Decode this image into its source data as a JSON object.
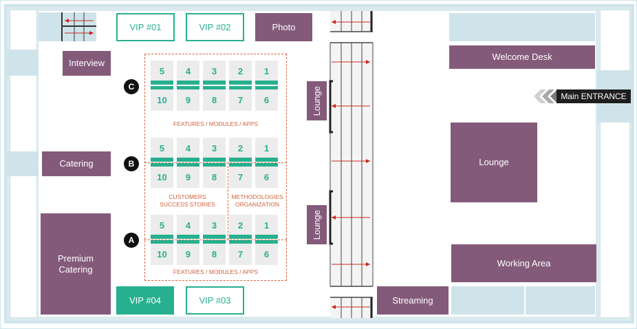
{
  "rooms": {
    "vip01": "VIP #01",
    "vip02": "VIP #02",
    "vip03": "VIP #03",
    "vip04": "VIP #04",
    "photo": "Photo",
    "interview": "Interview",
    "catering": "Catering",
    "premium_catering": "Premium\nCatering",
    "lounge_small_top": "Lounge",
    "lounge_small_bottom": "Lounge",
    "welcome_desk": "Welcome Desk",
    "main_entrance": "Main ENTRANCE",
    "lounge_large": "Lounge",
    "working_area": "Working Area",
    "streaming": "Streaming"
  },
  "zones": [
    {
      "letter": "C",
      "top_row": [
        "5",
        "4",
        "3",
        "2",
        "1"
      ],
      "bottom_row": [
        "10",
        "9",
        "8",
        "7",
        "6"
      ]
    },
    {
      "letter": "B",
      "top_row": [
        "5",
        "4",
        "3",
        "2",
        "1"
      ],
      "bottom_row": [
        "10",
        "9",
        "8",
        "7",
        "6"
      ]
    },
    {
      "letter": "A",
      "top_row": [
        "5",
        "4",
        "3",
        "2",
        "1"
      ],
      "bottom_row": [
        "10",
        "9",
        "8",
        "7",
        "6"
      ]
    }
  ],
  "zone_labels": {
    "features_top": "FEATURES / MODULES / APPS",
    "customers": "CUSTOMERS\nSUCCESS STORIES",
    "methodologies": "METHODOLOGIES\nORGANIZATION",
    "features_bottom": "FEATURES / MODULES / APPS"
  },
  "colors": {
    "room": "#845a7a",
    "booth_accent": "#27b08f",
    "wall": "#cfe4ea",
    "zone_outline": "#d2603a",
    "arrow": "#c8281e"
  }
}
